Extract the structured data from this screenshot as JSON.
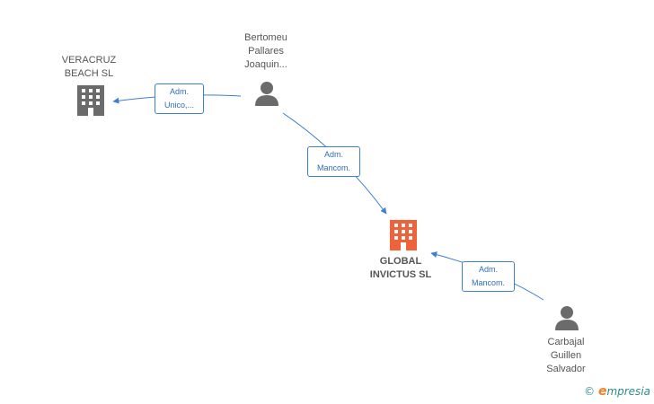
{
  "nodes": {
    "veracruz": {
      "lines": [
        "VERACRUZ",
        "BEACH SL"
      ]
    },
    "bertomeu": {
      "lines": [
        "Bertomeu",
        "Pallares",
        "Joaquin..."
      ]
    },
    "global": {
      "lines": [
        "GLOBAL",
        "INVICTUS SL"
      ]
    },
    "carbajal": {
      "lines": [
        "Carbajal",
        "Guillen",
        "Salvador"
      ]
    }
  },
  "edges": {
    "e1": {
      "lines": [
        "Adm.",
        "Unico,..."
      ]
    },
    "e2": {
      "lines": [
        "Adm.",
        "Mancom."
      ]
    },
    "e3": {
      "lines": [
        "Adm.",
        "Mancom."
      ]
    }
  },
  "footer": {
    "copyright": "©",
    "brand_initial": "e",
    "brand_rest": "mpresia"
  },
  "colors": {
    "edge": "#3d7fd1",
    "company": "#6b6b6b",
    "main_company": "#f0623a",
    "person": "#6b6b6b"
  }
}
